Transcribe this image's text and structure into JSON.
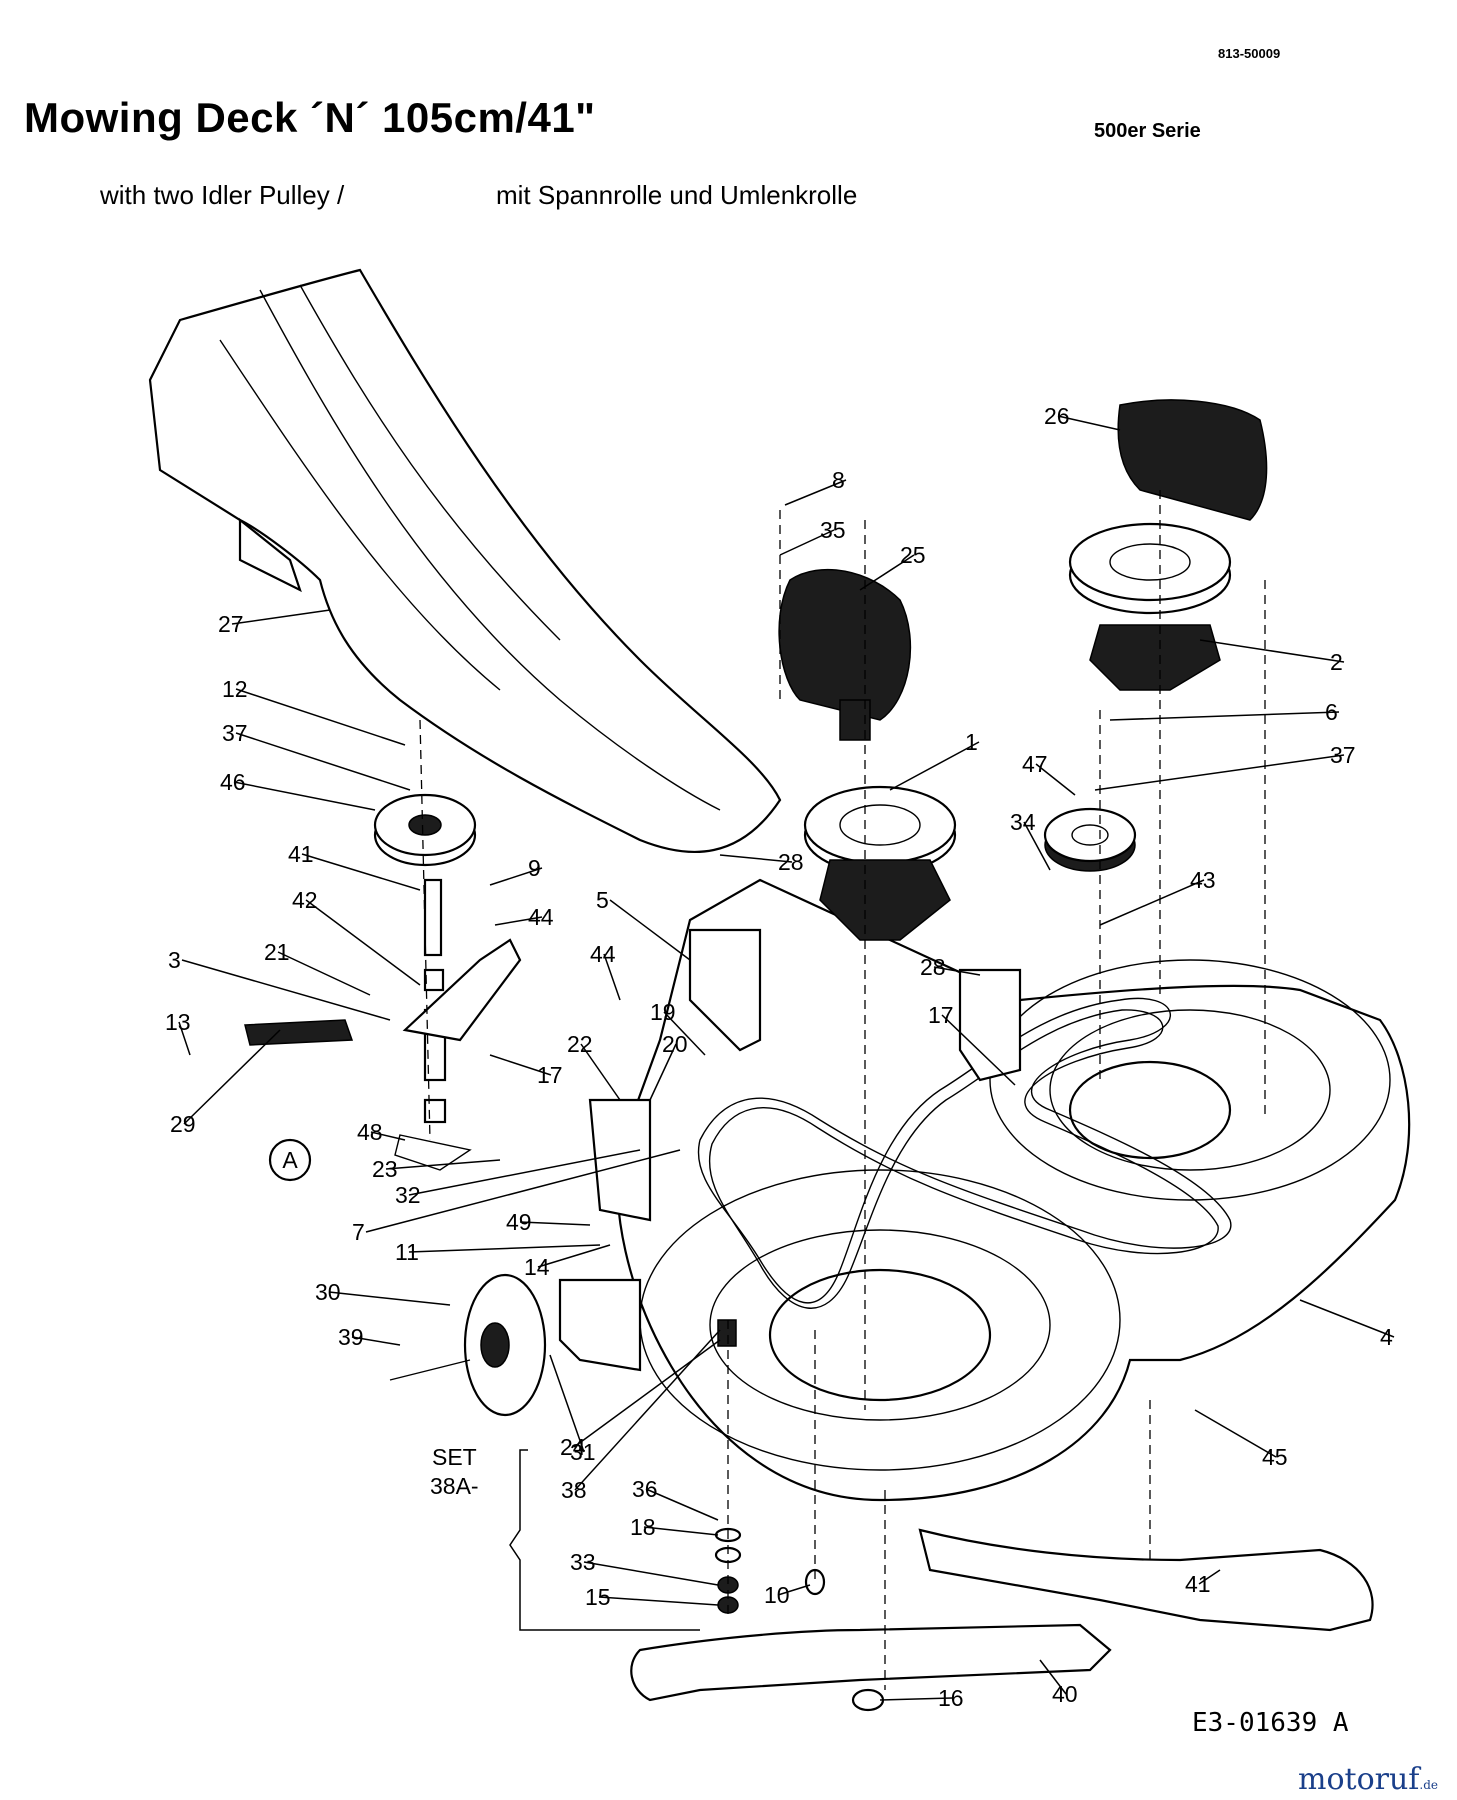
{
  "header": {
    "doc_number": "813-50009",
    "title": "Mowing Deck ´N´   105cm/41\"",
    "series": "500er Serie",
    "subtitle_en": "with two Idler Pulley  /",
    "subtitle_de": "mit Spannrolle und Umlenkrolle"
  },
  "callouts": [
    "1",
    "2",
    "3",
    "4",
    "5",
    "6",
    "7",
    "8",
    "9",
    "10",
    "11",
    "12",
    "13",
    "14",
    "15",
    "16",
    "17",
    "17",
    "18",
    "19",
    "20",
    "21",
    "22",
    "23",
    "24",
    "25",
    "26",
    "27",
    "28",
    "28",
    "29",
    "30",
    "31",
    "32",
    "33",
    "34",
    "35",
    "36",
    "37",
    "37",
    "38",
    "39",
    "40",
    "41",
    "41",
    "42",
    "43",
    "44",
    "44",
    "45",
    "46",
    "47",
    "48",
    "49",
    "50"
  ],
  "set_group": {
    "label_line1": "SET",
    "label_line2": "38A-"
  },
  "detail_marker": "A",
  "footer": {
    "drawing_id": "E3-01639 A",
    "watermark": "motoruf",
    "watermark_domain": ".de"
  }
}
